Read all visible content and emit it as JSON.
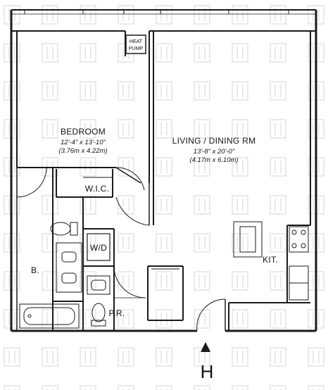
{
  "rooms": {
    "bedroom": {
      "name": "BEDROOM",
      "dim_imperial": "12'-4\" x 13'-10\"",
      "dim_metric": "(3.76m x 4.22m)"
    },
    "living": {
      "name": "LIVING / DINING RM",
      "dim_imperial": "13'-8\" x 20'-0\"",
      "dim_metric": "(4.17m x 6.10m)"
    },
    "wic": "W.I.C.",
    "wd": "W/D",
    "bath": "B.",
    "kitchen": "KIT.",
    "powder": "P.R."
  },
  "heat_pump": {
    "line1": "HEAT",
    "line2": "PUMP"
  },
  "entry": {
    "label": "H",
    "arrow_icon": "entry-arrow-icon"
  },
  "colors": {
    "wall": "#1a1a1a",
    "watermark": "#d6d6d6"
  }
}
